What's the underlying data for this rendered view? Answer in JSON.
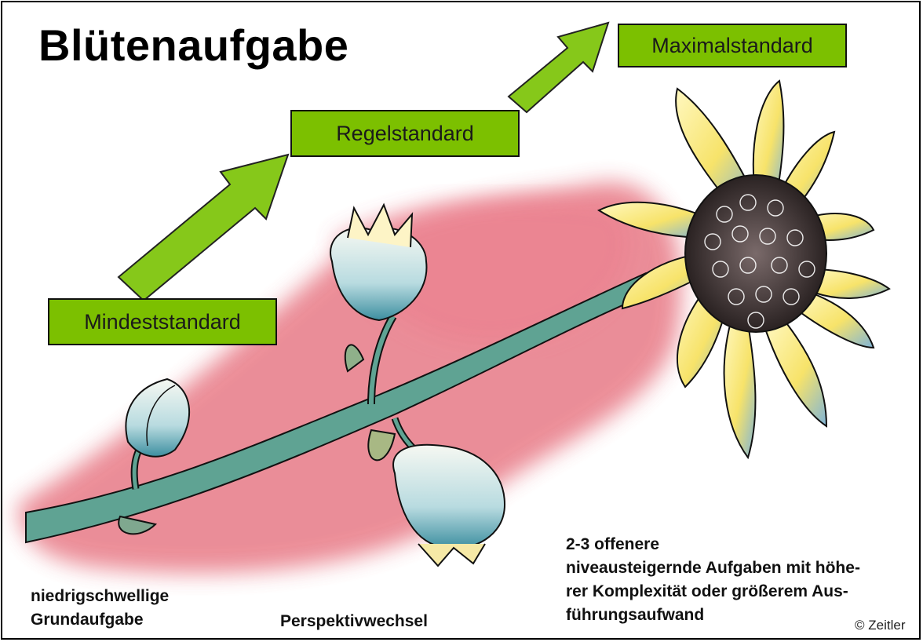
{
  "title": "Blütenaufgabe",
  "levels": {
    "min": "Mindeststandard",
    "reg": "Regelstandard",
    "max": "Maximalstandard"
  },
  "captions": {
    "basic_line1": "niedrigschwellige",
    "basic_line2": "Grundaufgabe",
    "perspective": "Perspektivwechsel",
    "open_line1": "2-3 offenere",
    "open_line2": "niveausteigernde Aufgaben mit höhe-",
    "open_line3": "rer Komplexität oder größerem Aus-",
    "open_line4": "führungsaufwand"
  },
  "copyright": "© Zeitler",
  "colors": {
    "box_green": "#7cc000",
    "arrow_green": "#86c81a",
    "background_red": "#e25868",
    "stem_teal": "#4f9a8a"
  }
}
